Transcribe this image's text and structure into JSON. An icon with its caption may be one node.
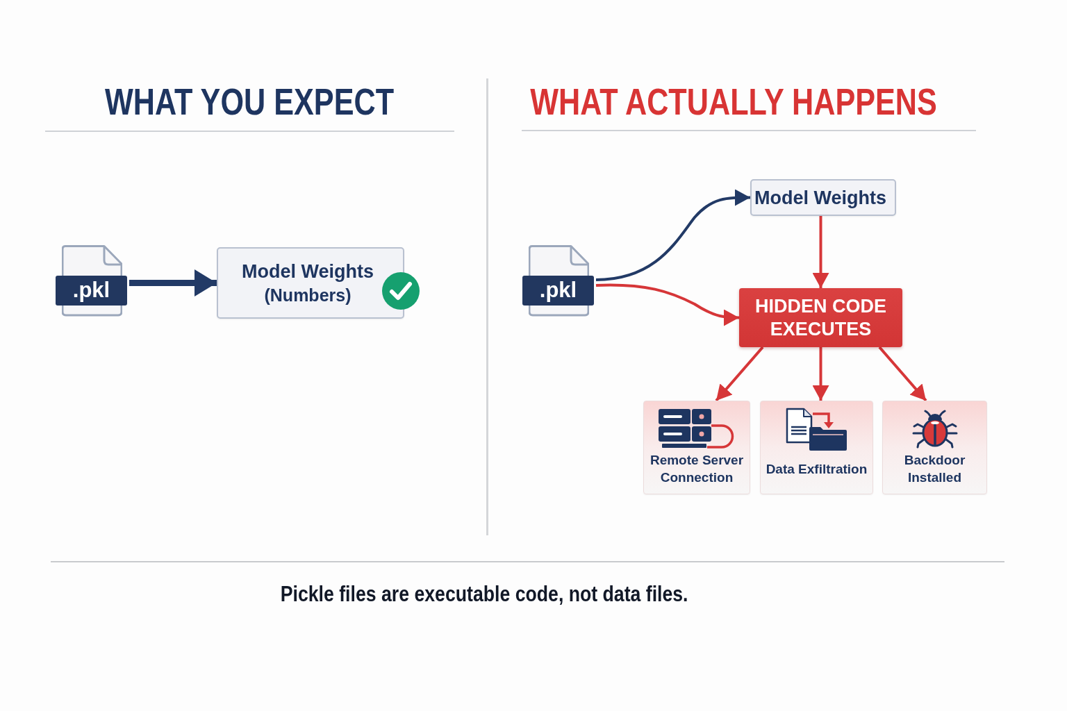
{
  "diagram": {
    "caption": "Pickle files are executable code, not data files.",
    "nodes": [
      {
        "text": [
          ".pkl"
        ]
      },
      {
        "text": [
          "Model Weights",
          "(Numbers)"
        ]
      },
      {
        "text": [
          ".pkl"
        ]
      },
      {
        "text": [
          "Model Weights"
        ]
      },
      {
        "text": [
          "HIDDEN CODE EXECUTES"
        ]
      },
      {
        "text": [
          "Remote Server Connection"
        ]
      },
      {
        "text": [
          "Data Exfiltration"
        ]
      },
      {
        "text": [
          "Backdoor Installed"
        ]
      }
    ],
    "edges": [
      {
        "from": 0,
        "to": 1,
        "arrow": "to",
        "style": "thick",
        "color": "#223a66"
      },
      {
        "from": 2,
        "to": 3,
        "arrow": "to",
        "color": "#223a66"
      },
      {
        "from": 2,
        "to": 4,
        "arrow": "to"
      },
      {
        "from": 3,
        "to": 4,
        "arrow": "to"
      },
      {
        "from": 4,
        "to": 5,
        "arrow": "to"
      },
      {
        "from": 4,
        "to": 6,
        "arrow": "to"
      },
      {
        "from": 4,
        "to": 7,
        "arrow": "to"
      }
    ],
    "labels": [
      "WHAT YOU EXPECT",
      "WHAT ACTUALLY HAPPENS"
    ]
  }
}
